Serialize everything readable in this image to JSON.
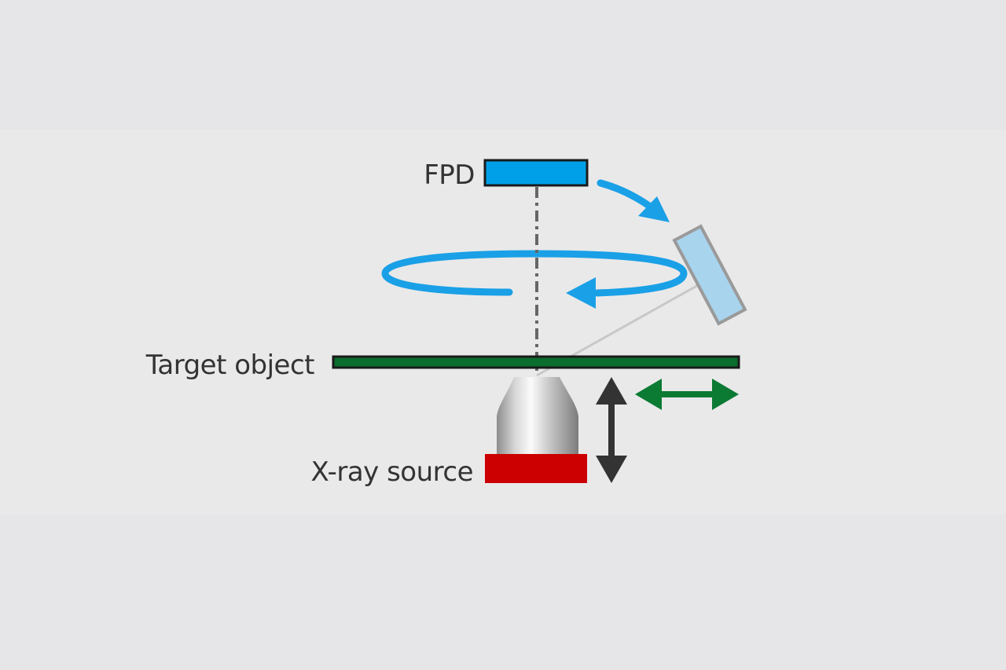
{
  "labels": {
    "fpd": "FPD",
    "target": "Target object",
    "source": "X-ray source"
  },
  "colors": {
    "background": "#e6e6e8",
    "fpd_fill": "#00a0e9",
    "fpd_tilted_fill": "#a8d4ee",
    "fpd_tilted_stroke": "#9a9a9a",
    "rotation_arrow": "#1aa0e6",
    "target_fill": "#0b6e2e",
    "stage_arrow": "#0b7a33",
    "source_fill": "#cc0000",
    "vertical_arrow": "#333333",
    "axis_line": "#666666",
    "text": "#333333"
  },
  "icons": {
    "rotation": "rotation-arrow-icon",
    "tilt": "tilt-arrow-icon",
    "vertical_motion": "up-down-arrow-icon",
    "horizontal_motion": "left-right-arrow-icon"
  }
}
